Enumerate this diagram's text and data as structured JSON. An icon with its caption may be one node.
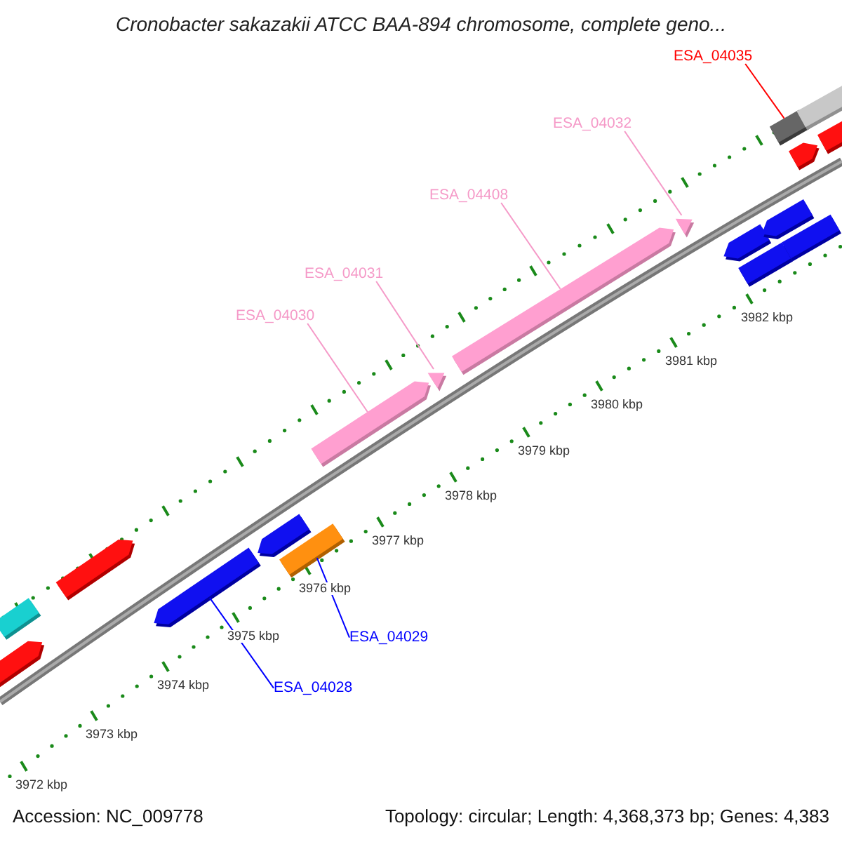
{
  "diagram": {
    "title": "Cronobacter sakazakii ATCC BAA-894 chromosome, complete geno...",
    "nodes": [
      {
        "text": [
          "ESA_04035"
        ]
      },
      {
        "text": [
          "ESA_04032"
        ]
      },
      {
        "text": [
          "ESA_04408"
        ]
      },
      {
        "text": [
          "ESA_04031"
        ]
      },
      {
        "text": [
          "ESA_04030"
        ]
      },
      {
        "text": [
          "ESA_04029"
        ]
      },
      {
        "text": [
          "ESA_04028"
        ]
      },
      {
        "text": [],
        "shape": "bar"
      },
      {
        "text": [],
        "shape": "bar"
      },
      {
        "text": [],
        "shape": "bar"
      },
      {
        "text": [],
        "shape": "bar"
      },
      {
        "text": [],
        "shape": "bar"
      },
      {
        "text": [],
        "shape": "bar"
      },
      {
        "text": [],
        "shape": "bar"
      },
      {
        "text": [],
        "shape": "bar"
      },
      {
        "text": [],
        "shape": "bar"
      },
      {
        "text": [],
        "shape": "bar"
      },
      {
        "text": [],
        "shape": "bar"
      },
      {
        "text": [],
        "shape": "bar"
      },
      {
        "text": [],
        "shape": "bar"
      },
      {
        "text": [],
        "shape": "bar"
      },
      {
        "text": [],
        "shape": "bar"
      },
      {
        "text": [],
        "shape": "bar"
      },
      {
        "text": [],
        "shape": "bar"
      },
      {
        "text": [],
        "shape": "bar"
      }
    ],
    "edges": [
      {
        "from": 0,
        "to": 21,
        "arrow": "none",
        "color": "#ff0000"
      },
      {
        "from": 1,
        "to": 16,
        "arrow": "none"
      },
      {
        "from": 2,
        "to": 15,
        "arrow": "none"
      },
      {
        "from": 3,
        "to": 14,
        "arrow": "none"
      },
      {
        "from": 4,
        "to": 13,
        "arrow": "none"
      },
      {
        "from": 5,
        "to": 12,
        "arrow": "none",
        "color": "#0000ff"
      },
      {
        "from": 6,
        "to": 10,
        "arrow": "none",
        "color": "#0000ff"
      }
    ],
    "labels": [
      "3982 kbp",
      "3981 kbp",
      "3980 kbp",
      "3979 kbp",
      "3978 kbp",
      "3977 kbp",
      "3976 kbp",
      "3975 kbp",
      "3974 kbp",
      "3973 kbp",
      "3972 kbp",
      "Accession: NC_009778",
      "Topology: circular; Length: 4,368,373 bp; Genes: 4,383"
    ]
  }
}
